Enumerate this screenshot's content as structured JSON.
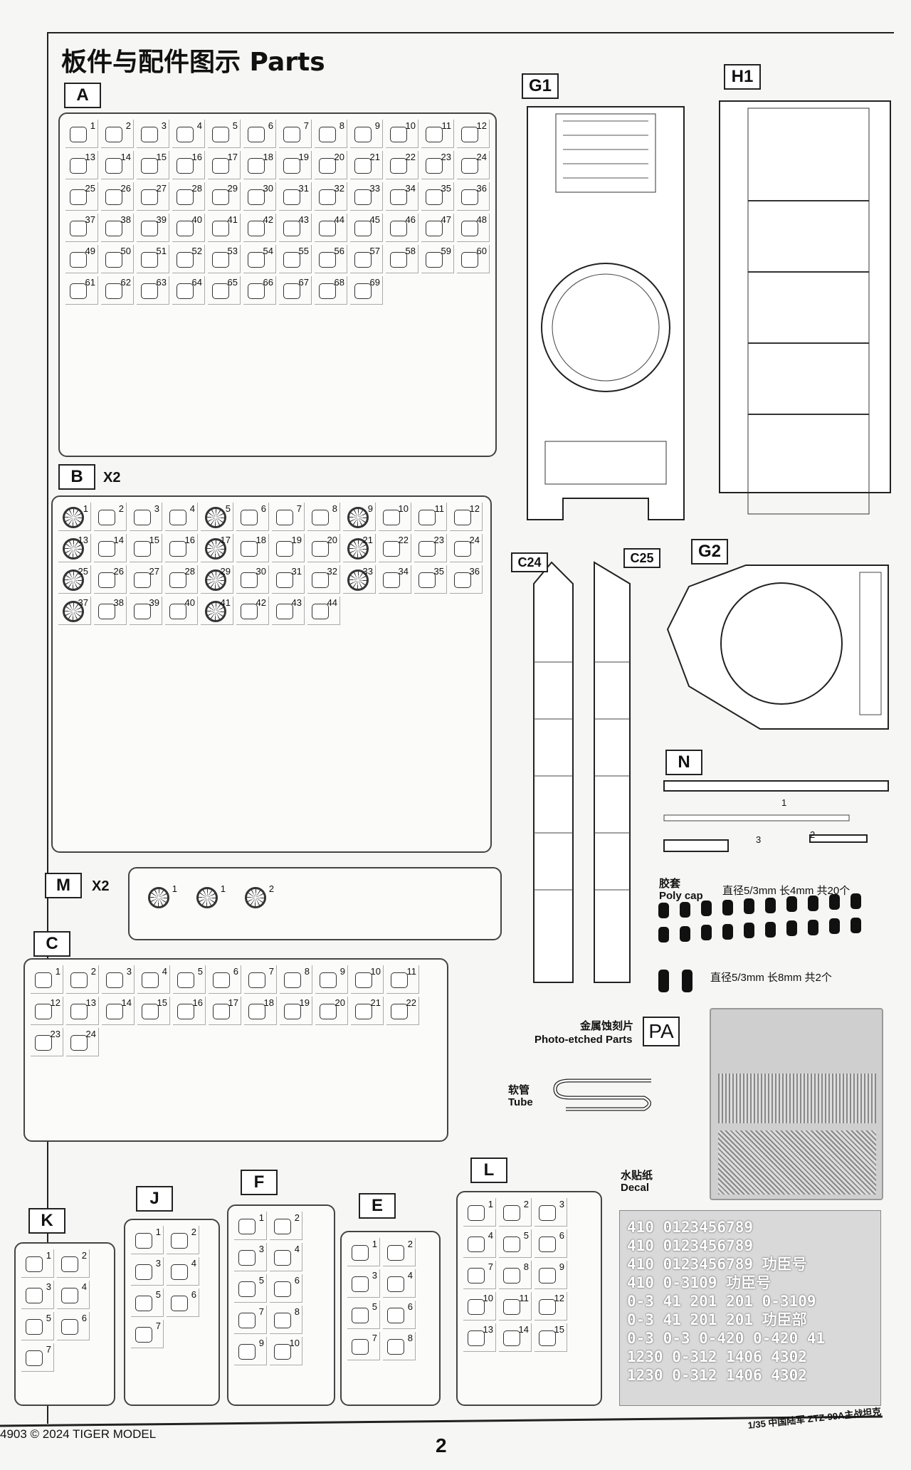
{
  "title": "板件与配件图示 Parts",
  "sprues": {
    "A": {
      "label": "A",
      "parts": [
        "1",
        "2",
        "3",
        "4",
        "5",
        "6",
        "7",
        "8",
        "9",
        "10",
        "11",
        "12",
        "13",
        "14",
        "15",
        "16",
        "17",
        "18",
        "19",
        "20",
        "21",
        "22",
        "23",
        "24",
        "25",
        "26",
        "27",
        "28",
        "29",
        "30",
        "31",
        "32",
        "33",
        "34",
        "35",
        "36",
        "37",
        "38",
        "39",
        "40",
        "41",
        "42",
        "43",
        "44",
        "45",
        "46",
        "47",
        "48",
        "49",
        "50",
        "51",
        "52",
        "53",
        "54",
        "55",
        "56",
        "57",
        "58",
        "59",
        "60",
        "61",
        "62",
        "63",
        "64",
        "65",
        "66",
        "67",
        "68",
        "69"
      ]
    },
    "B": {
      "label": "B",
      "mult": "X2",
      "parts": [
        "1",
        "2",
        "3",
        "4",
        "5",
        "6",
        "7",
        "8",
        "9",
        "10",
        "11",
        "12",
        "13",
        "14",
        "15",
        "16",
        "17",
        "18",
        "19",
        "20",
        "21",
        "22",
        "23",
        "24",
        "25",
        "26",
        "27",
        "28",
        "29",
        "30",
        "31",
        "32",
        "33",
        "34",
        "35",
        "36",
        "37",
        "38",
        "39",
        "40",
        "41",
        "42",
        "43",
        "44"
      ]
    },
    "C": {
      "label": "C",
      "parts": [
        "1",
        "2",
        "3",
        "4",
        "5",
        "6",
        "7",
        "8",
        "9",
        "10",
        "11",
        "12",
        "13",
        "14",
        "15",
        "16",
        "17",
        "18",
        "19",
        "20",
        "21",
        "22",
        "23",
        "24"
      ]
    },
    "M": {
      "label": "M",
      "mult": "X2",
      "parts": [
        "1",
        "1",
        "2"
      ]
    },
    "K": {
      "label": "K",
      "parts": [
        "1",
        "2",
        "3",
        "4",
        "5",
        "6",
        "7"
      ]
    },
    "J": {
      "label": "J",
      "parts": [
        "1",
        "2",
        "3",
        "4",
        "5",
        "6",
        "7"
      ]
    },
    "F": {
      "label": "F",
      "parts": [
        "1",
        "2",
        "3",
        "4",
        "5",
        "6",
        "7",
        "8",
        "9",
        "10"
      ]
    },
    "E": {
      "label": "E",
      "parts": [
        "1",
        "2",
        "3",
        "4",
        "5",
        "6",
        "7",
        "8"
      ]
    },
    "L": {
      "label": "L",
      "parts": [
        "1",
        "2",
        "3",
        "4",
        "5",
        "6",
        "7",
        "8",
        "9",
        "10",
        "11",
        "12",
        "13",
        "14",
        "15"
      ]
    },
    "N": {
      "label": "N",
      "parts": [
        "1",
        "2",
        "3"
      ]
    }
  },
  "hulls": {
    "G1": "G1",
    "H1": "H1",
    "G2": "G2",
    "C24": "C24",
    "C25": "C25"
  },
  "polycap": {
    "cn": "胶套",
    "en": "Poly cap",
    "spec1": "直径5/3mm 长4mm  共20个",
    "spec2": "直径5/3mm 长8mm  共2个",
    "count1": 20,
    "count2": 2
  },
  "photoetch": {
    "cn": "金属蚀刻片",
    "en": "Photo-etched Parts",
    "label": "PA"
  },
  "tube": {
    "cn": "软管",
    "en": "Tube"
  },
  "decal": {
    "cn": "水贴纸",
    "en": "Decal",
    "lines": [
      "410 0123456789",
      "410 0123456789",
      "410 0123456789 功臣号",
      "410 0-3109 功臣号",
      "0-3 41 201 201 0-3109",
      "0-3 41 201 201 功臣部",
      "0-3 0-3 0-420 0-420 41",
      "1230 0-312 1406 4302",
      "1230 0-312 1406 4302"
    ]
  },
  "footer": {
    "copyright": "4903 © 2024 TIGER MODEL",
    "page": "2",
    "model": "1/35 中国陆军 ZTZ-99A主战坦克"
  }
}
